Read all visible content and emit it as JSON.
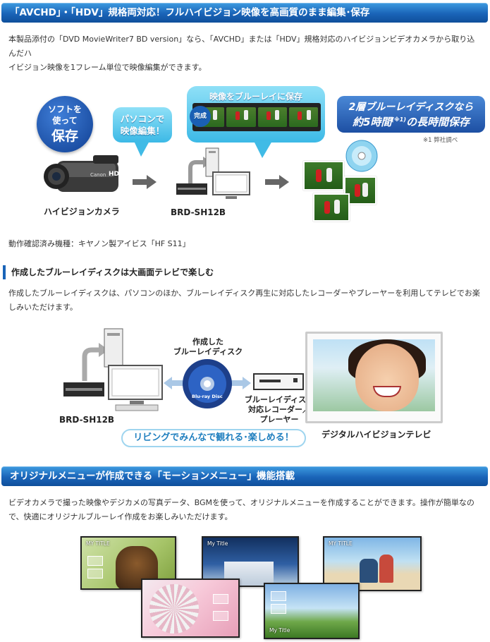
{
  "section1": {
    "header": "「AVCHD」・「HDV」規格両対応！フルハイビジョン映像を高画質のまま編集･保存",
    "para_line1": "本製品添付の「DVD MovieWriter7 BD version」なら、「AVCHD」または「HDV」規格対応のハイビジョンビデオカメラから取り込んだハ",
    "para_line2": "イビジョン映像を1フレーム単位で映像編集ができます。",
    "diagram": {
      "soft_badge": [
        "ソフトを",
        "使って",
        "保存"
      ],
      "bubble_pc": [
        "パソコンで",
        "映像編集！"
      ],
      "bubble_save": "映像をブルーレイに保存",
      "done_tag": "完成",
      "badge_line1": "2層ブルーレイディスクなら",
      "badge_line2_pre": "約5時間",
      "badge_sup": "(※1)",
      "badge_line2_post": "の長時間保存",
      "footnote": "※1 弊社調べ",
      "camera_caption": "ハイビジョンカメラ",
      "camera_brand": "Canon",
      "camera_hd": "HD",
      "drive_caption": "BRD-SH12B"
    },
    "compat_note": "動作確認済み機種：キヤノン製アイビス「HF S11」"
  },
  "section2": {
    "subheader": "作成したブルーレイディスクは大画面テレビで楽しむ",
    "para_line1": "作成したブルーレイディスクは、パソコンのほか、ブルーレイディスク再生に対応したレコーダーやプレーヤーを利用してテレビでお楽",
    "para_line2": "しみいただけます。",
    "diagram": {
      "disc_label": [
        "作成した",
        "ブルーレイディスク"
      ],
      "disc_logo": "Blu-ray Disc",
      "recorder_label": [
        "ブルーレイディスク",
        "対応レコーダー／",
        "プレーヤー"
      ],
      "drive_caption": "BRD-SH12B",
      "tv_caption": "デジタルハイビジョンテレビ",
      "living_bubble": "リビングでみんなで観れる･楽しめる！"
    }
  },
  "section3": {
    "header": "オリジナルメニューが作成できる「モーションメニュー」機能搭載",
    "para_line1": "ビデオカメラで撮った映像やデジカメの写真データ、BGMを使って、オリジナルメニューを作成することができます。操作が簡単なの",
    "para_line2": "で、快適にオリジナルブルーレイ作成をお楽しみいただけます。",
    "menus": [
      {
        "title": "MY TITLE"
      },
      {
        "title": "My Title"
      },
      {
        "title": "MY TITLE"
      },
      {
        "title": ""
      },
      {
        "title": "My Title"
      }
    ]
  },
  "colors": {
    "header_blue": "#1a64b8",
    "bubble_cyan": "#3cb9e6",
    "badge_blue": "#1d4fa3"
  }
}
